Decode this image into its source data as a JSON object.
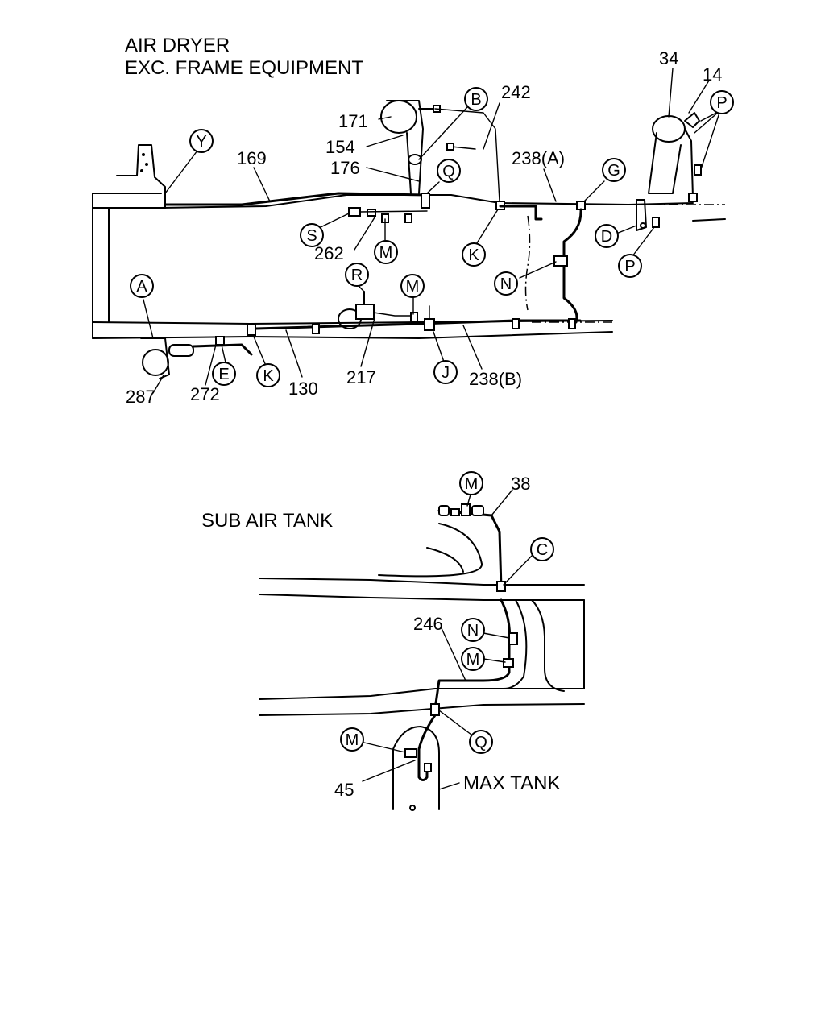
{
  "air_dryer_section": {
    "title_line1": "AIR DRYER",
    "title_line2": "EXC. FRAME EQUIPMENT",
    "part_numbers": [
      "34",
      "14",
      "242",
      "171",
      "154",
      "176",
      "169",
      "238(A)",
      "262",
      "287",
      "272",
      "130",
      "217",
      "238(B)"
    ],
    "callout_letters": [
      "B",
      "P",
      "Y",
      "Q",
      "G",
      "S",
      "M",
      "K",
      "D",
      "P",
      "N",
      "A",
      "R",
      "M",
      "E",
      "K",
      "J"
    ]
  },
  "sub_air_tank_section": {
    "title": "SUB AIR TANK",
    "max_tank_label": "MAX TANK",
    "part_numbers": [
      "38",
      "246",
      "45"
    ],
    "callout_letters": [
      "M",
      "C",
      "N",
      "M",
      "Q",
      "M"
    ]
  }
}
